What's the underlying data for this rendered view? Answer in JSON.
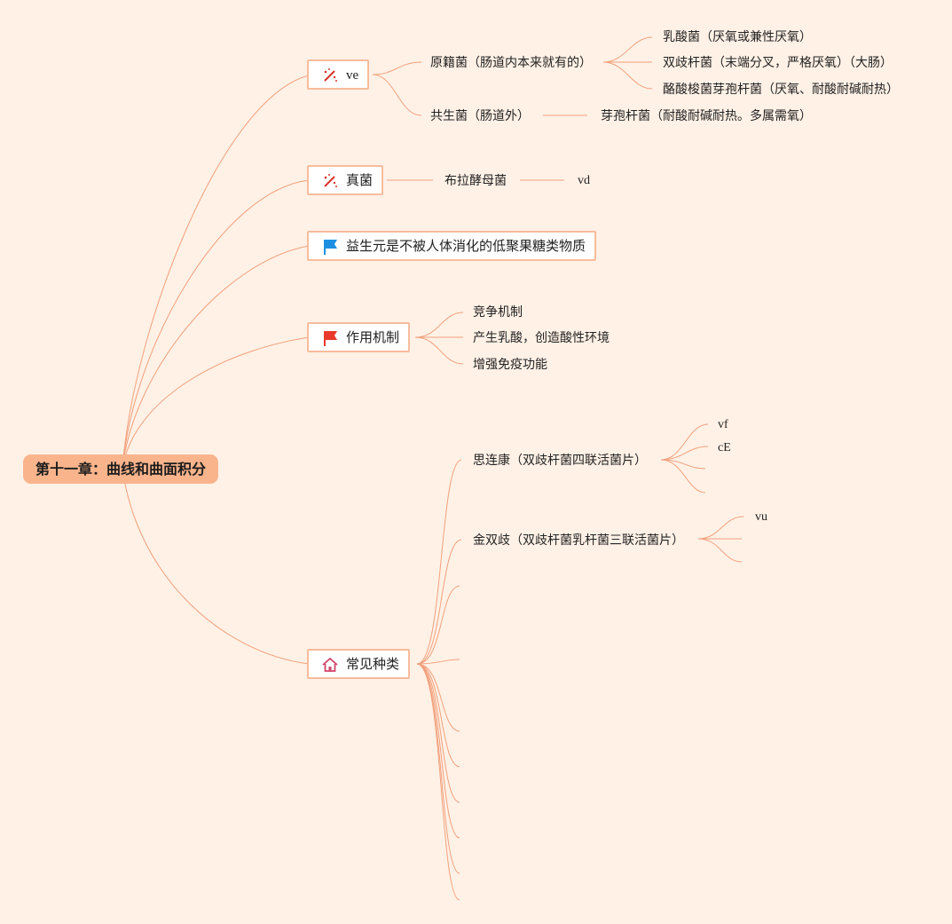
{
  "root": {
    "label": "第十一章：曲线和曲面积分"
  },
  "topics": {
    "ve": {
      "label": "ve",
      "icon": "magic-wand-icon",
      "children": {
        "native": {
          "label": "原籍菌（肠道内本来就有的）",
          "children": [
            "乳酸菌（厌氧或兼性厌氧）",
            "双歧杆菌（末端分叉，严格厌氧）（大肠）",
            "酪酸梭菌芽孢杆菌（厌氧、耐酸耐碱耐热）"
          ]
        },
        "symbiotic": {
          "label": "共生菌（肠道外）",
          "children": [
            "芽孢杆菌（耐酸耐碱耐热。多属需氧）"
          ]
        }
      }
    },
    "fungi": {
      "label": "真菌",
      "icon": "magic-wand-icon",
      "child": {
        "label": "布拉酵母菌",
        "child": "vd"
      }
    },
    "prebiotic": {
      "label": "益生元是不被人体消化的低聚果糖类物质",
      "icon": "blue-flag-icon"
    },
    "mechanism": {
      "label": "作用机制",
      "icon": "red-flag-icon",
      "children": [
        "竞争机制",
        "产生乳酸，创造酸性环境",
        "增强免疫功能"
      ]
    },
    "common": {
      "label": "常见种类",
      "icon": "house-icon",
      "children": {
        "silianKang": {
          "label": "思连康（双歧杆菌四联活菌片）",
          "children": [
            "vf",
            "cE",
            "",
            ""
          ]
        },
        "jinShuangQi": {
          "label": "金双歧（双歧杆菌乳杆菌三联活菌片）",
          "children": [
            "vu",
            "",
            ""
          ]
        }
      }
    }
  },
  "colors": {
    "background": "#fff1e6",
    "root_fill": "#f9b48c",
    "topic_border": "#f8bc9b",
    "connector": "#f2a07c",
    "flag_blue": "#1d8fe0",
    "flag_red": "#e8392b",
    "icon_red": "#d9342b",
    "house_pink": "#d2456b"
  }
}
